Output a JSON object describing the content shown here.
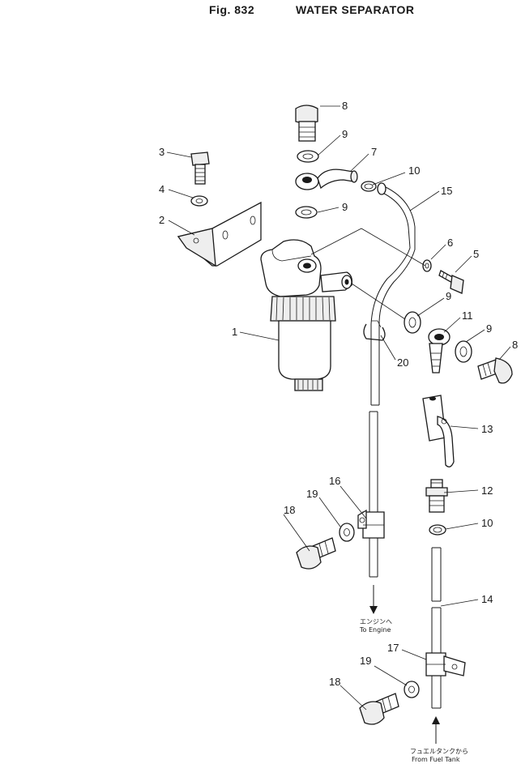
{
  "title": {
    "fig": "Fig. 832",
    "name": "WATER SEPARATOR"
  },
  "callouts": {
    "p1": "1",
    "p2": "2",
    "p3": "3",
    "p4": "4",
    "p5": "5",
    "p6": "6",
    "p7": "7",
    "p8a": "8",
    "p8b": "8",
    "p9a": "9",
    "p9b": "9",
    "p9c": "9",
    "p9d": "9",
    "p10a": "10",
    "p10b": "10",
    "p11": "11",
    "p12": "12",
    "p13": "13",
    "p14": "14",
    "p15": "15",
    "p16": "16",
    "p17": "17",
    "p18a": "18",
    "p18b": "18",
    "p19a": "19",
    "p19b": "19",
    "p20": "20"
  },
  "notes": {
    "to_engine_jp": "エンジンへ",
    "to_engine_en": "To Engine",
    "from_tank_jp": "フュエルタンクから",
    "from_tank_en": "From Fuel Tank"
  }
}
